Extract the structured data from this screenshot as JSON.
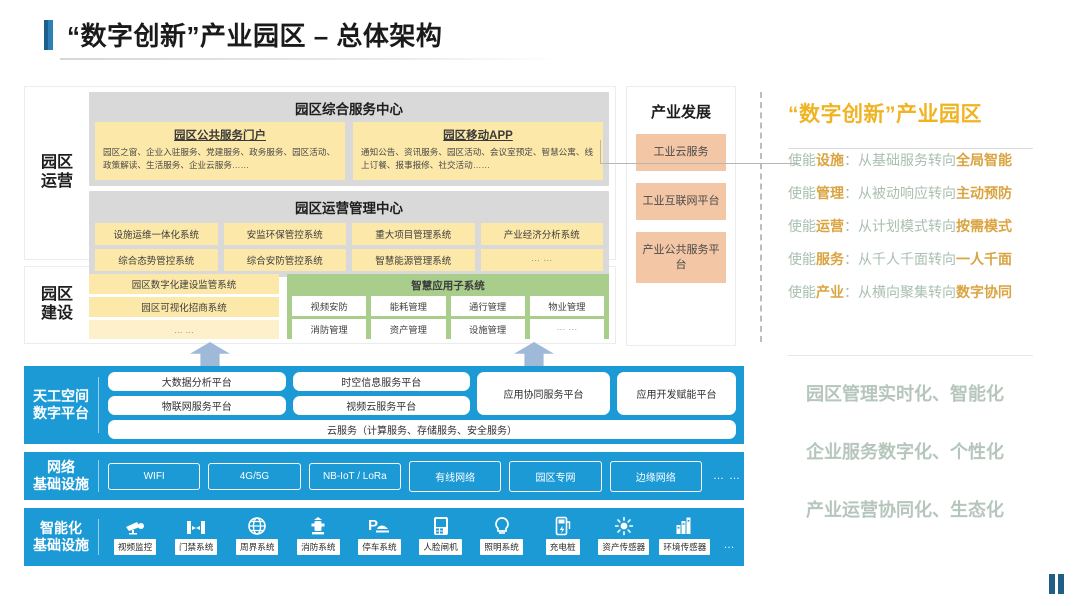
{
  "title": {
    "text": "“数字创新”产业园区 – 总体架构"
  },
  "layers": {
    "operation": {
      "label_line1": "园区",
      "label_line2": "运营",
      "service_center": {
        "title": "园区综合服务中心",
        "portals": [
          {
            "heading": "园区公共服务门户",
            "body": "园区之窗、企业入驻服务、党建服务、政务服务、园区活动、政策解读、生活服务、企业云服务……"
          },
          {
            "heading": "园区移动APP",
            "body": "通知公告、资讯服务、园区活动、会议室预定、智慧公寓、线上订餐、报事报修、社交活动……"
          }
        ]
      },
      "management_center": {
        "title": "园区运营管理中心",
        "systems": [
          "设施运维一体化系统",
          "安监环保管控系统",
          "重大项目管理系统",
          "产业经济分析系统",
          "综合态势管控系统",
          "综合安防管控系统",
          "智慧能源管理系统",
          "… …"
        ]
      }
    },
    "construction": {
      "label_line1": "园区",
      "label_line2": "建设",
      "left_items": [
        "园区数字化建设监管系统",
        "园区可视化招商系统"
      ],
      "left_more": "… …",
      "smart_app": {
        "title": "智慧应用子系统",
        "items": [
          "视频安防",
          "能耗管理",
          "通行管理",
          "物业管理",
          "消防管理",
          "资产管理",
          "设施管理",
          "… …"
        ]
      }
    },
    "platform": {
      "label_line1": "天工空间",
      "label_line2": "数字平台",
      "pills_col_a": [
        "大数据分析平台",
        "物联网服务平台"
      ],
      "pills_col_b": [
        "时空信息服务平台",
        "视频云服务平台"
      ],
      "pill_tall_1": "应用协同服务平台",
      "pill_tall_2": "应用开发赋能平台",
      "cloud": "云服务（计算服务、存储服务、安全服务）"
    },
    "network": {
      "label_line1": "网络",
      "label_line2": "基础设施",
      "chips": [
        "WIFI",
        "4G/5G",
        "NB-IoT / LoRa",
        "有线网络",
        "园区专网",
        "边缘网络"
      ],
      "more": "… …"
    },
    "smart_infra": {
      "label_line1": "智能化",
      "label_line2": "基础设施",
      "items": [
        {
          "icon": "camera-icon",
          "label": "视频监控"
        },
        {
          "icon": "turnstile-icon",
          "label": "门禁系统"
        },
        {
          "icon": "globe-icon",
          "label": "周界系统"
        },
        {
          "icon": "hydrant-icon",
          "label": "消防系统"
        },
        {
          "icon": "parking-icon",
          "label": "停车系统"
        },
        {
          "icon": "face-gate-icon",
          "label": "人脸闸机"
        },
        {
          "icon": "bulb-icon",
          "label": "照明系统"
        },
        {
          "icon": "charging-pile-icon",
          "label": "充电桩"
        },
        {
          "icon": "asset-sensor-icon",
          "label": "资产传感器"
        },
        {
          "icon": "env-sensor-icon",
          "label": "环境传感器"
        }
      ],
      "more": "…"
    }
  },
  "industry": {
    "title": "产业发展",
    "boxes": [
      "工业云服务",
      "工业互联网平台",
      "产业公共服务平台"
    ]
  },
  "right_panel": {
    "title": "“数字创新”产业园区",
    "enables": [
      {
        "prefix": "使能",
        "subject": "设施",
        "colon": "：",
        "from": "从基础服务转向",
        "to": "全局智能"
      },
      {
        "prefix": "使能",
        "subject": "管理",
        "colon": "：",
        "from": "从被动响应转向",
        "to": "主动预防"
      },
      {
        "prefix": "使能",
        "subject": "运营",
        "colon": "：",
        "from": "从计划模式转向",
        "to": "按需模式"
      },
      {
        "prefix": "使能",
        "subject": "服务",
        "colon": "：",
        "from": "从千人千面转向",
        "to": "一人千面"
      },
      {
        "prefix": "使能",
        "subject": "产业",
        "colon": "：",
        "from": "从横向聚集转向",
        "to": "数字协同"
      }
    ],
    "outcomes": [
      "园区管理实时化、智能化",
      "企业服务数字化、个性化",
      "产业运营协同化、生态化"
    ]
  },
  "colors": {
    "accent_blue": "#1c9ad6",
    "title_gold": "#f0b323",
    "yellow_card": "#fce8a8",
    "green_card": "#a9ce8c",
    "peach_card": "#f3c6a5",
    "gray_card": "#d9d9d9",
    "outcome_gray": "#b6c6bc"
  }
}
